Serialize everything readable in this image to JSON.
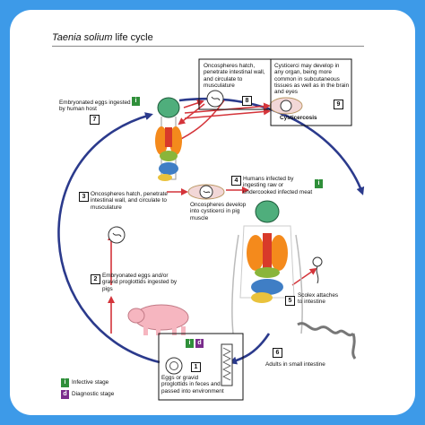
{
  "title_italic": "Taenia solium",
  "title_rest": " life cycle",
  "steps": {
    "s1": "Eggs or gravid proglottids in feces and passed into environment",
    "s2": "Embryonated eggs and/or gravid proglottids ingested by pigs",
    "s3": "Oncospheres hatch, penetrate intestinal wall, and circulate to musculature",
    "s3b": "Oncospheres develop into cysticerci in pig muscle",
    "s4": "Humans infected by ingesting raw or undercooked infected meat",
    "s5": "Scolex attaches to intestine",
    "s6": "Adults in small intestine",
    "s7": "Embryonated eggs ingested by human host",
    "s8": "Oncospheres hatch, penetrate intestinal wall, and circulate to musculature",
    "s9": "Cysticerci may develop in any organ, being more common in subcutaneous tissues as well as in the brain and eyes",
    "cysticercosis": "Cysticercosis"
  },
  "numbers": [
    "1",
    "2",
    "3",
    "4",
    "5",
    "6",
    "7",
    "8",
    "9"
  ],
  "badges": {
    "infective": "i",
    "diagnostic": "d"
  },
  "legend": {
    "infective": "Infective stage",
    "diagnostic": "Diagnostic stage"
  },
  "colors": {
    "arrow_red": "#d4343a",
    "arrow_blue": "#2b3a8c",
    "infective": "#2f8f3a",
    "diagnostic": "#7a2c8c",
    "frame": "#3d9ae8"
  }
}
